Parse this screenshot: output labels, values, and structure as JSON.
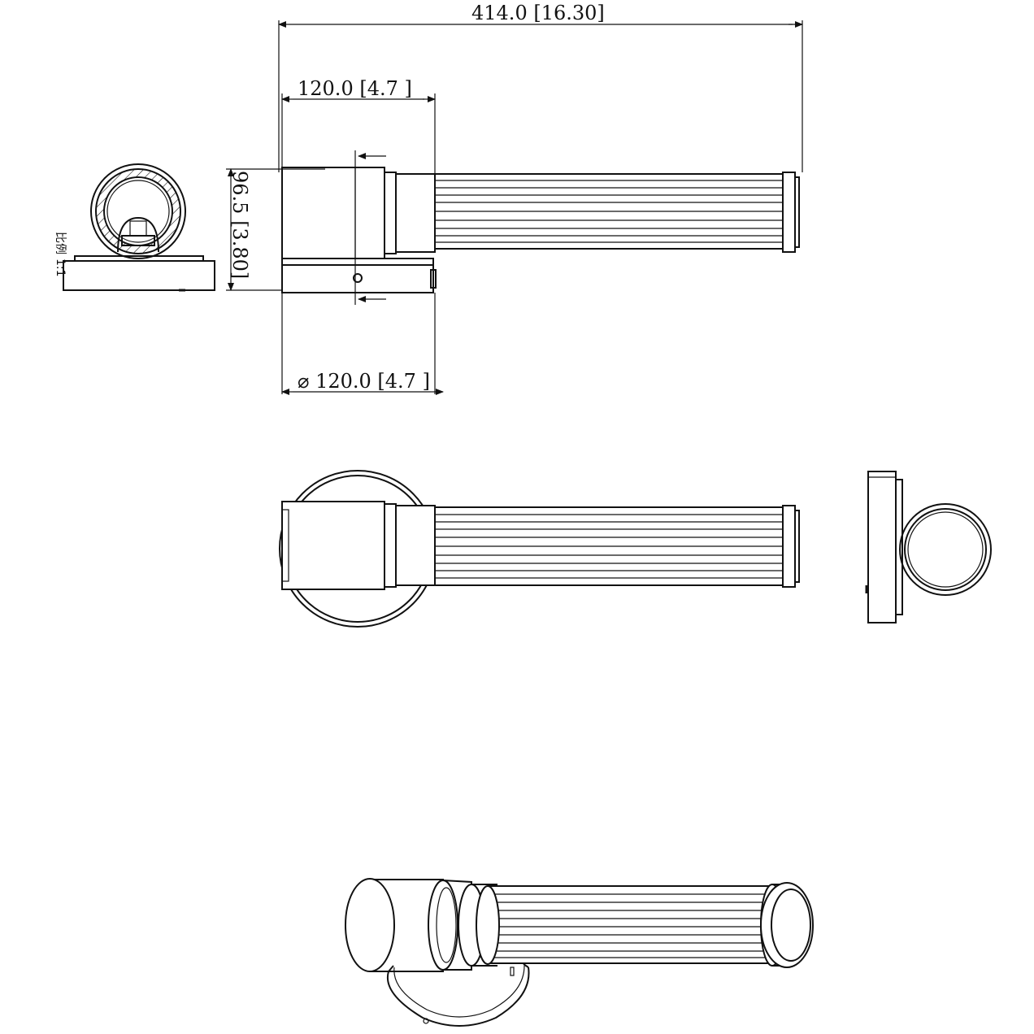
{
  "dimensions": {
    "overall_length": "414.0 [16.30]",
    "head_width": "120.0 [4.7 ]",
    "height": "96.5 [3.80]",
    "rose_diameter": "⌀ 120.0 [4.7 ]"
  },
  "side_note": {
    "scale": "1:1",
    "label": "比例"
  },
  "colors": {
    "line": "#111111",
    "background": "#ffffff"
  }
}
